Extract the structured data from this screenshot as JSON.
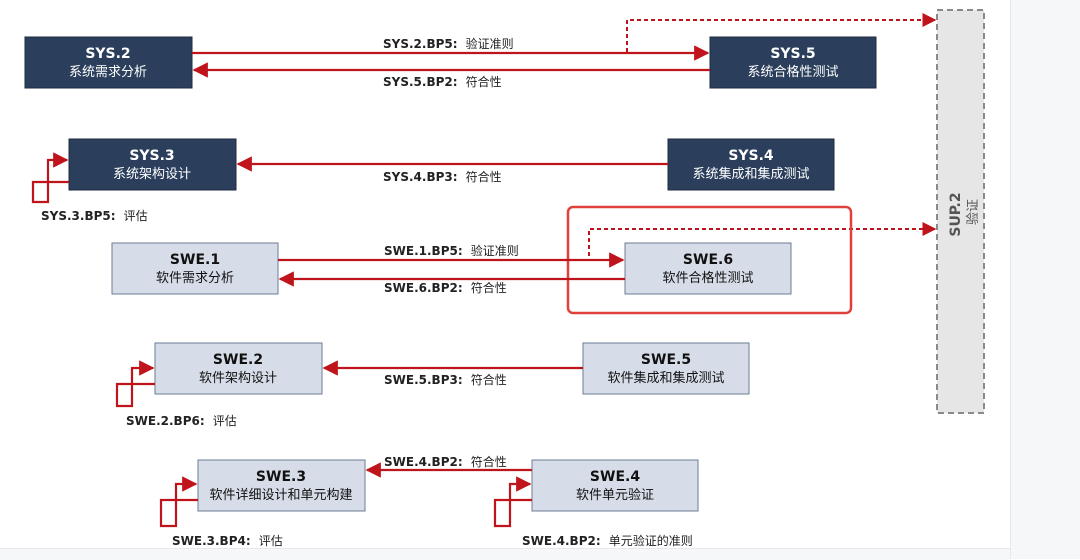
{
  "boxes": {
    "sys2": {
      "code": "SYS.2",
      "name": "系统需求分析"
    },
    "sys5": {
      "code": "SYS.5",
      "name": "系统合格性测试"
    },
    "sys3": {
      "code": "SYS.3",
      "name": "系统架构设计"
    },
    "sys4": {
      "code": "SYS.4",
      "name": "系统集成和集成测试"
    },
    "swe1": {
      "code": "SWE.1",
      "name": "软件需求分析"
    },
    "swe6": {
      "code": "SWE.6",
      "name": "软件合格性测试"
    },
    "swe2": {
      "code": "SWE.2",
      "name": "软件架构设计"
    },
    "swe5": {
      "code": "SWE.5",
      "name": "软件集成和集成测试"
    },
    "swe3": {
      "code": "SWE.3",
      "name": "软件详细设计和单元构建"
    },
    "swe4": {
      "code": "SWE.4",
      "name": "软件单元验证"
    }
  },
  "sup": {
    "code": "SUP.2",
    "name": "验证"
  },
  "labels": {
    "sys2_bp5": {
      "code": "SYS.2.BP5:",
      "text": "验证准则"
    },
    "sys5_bp2": {
      "code": "SYS.5.BP2:",
      "text": "符合性"
    },
    "sys4_bp3": {
      "code": "SYS.4.BP3:",
      "text": "符合性"
    },
    "sys3_bp5": {
      "code": "SYS.3.BP5:",
      "text": "评估"
    },
    "swe1_bp5": {
      "code": "SWE.1.BP5:",
      "text": "验证准则"
    },
    "swe6_bp2": {
      "code": "SWE.6.BP2:",
      "text": "符合性"
    },
    "swe5_bp3": {
      "code": "SWE.5.BP3:",
      "text": "符合性"
    },
    "swe2_bp6": {
      "code": "SWE.2.BP6:",
      "text": "评估"
    },
    "swe4_bp2a": {
      "code": "SWE.4.BP2:",
      "text": "符合性"
    },
    "swe3_bp4": {
      "code": "SWE.3.BP4:",
      "text": "评估"
    },
    "swe4_bp2b": {
      "code": "SWE.4.BP2:",
      "text": "单元验证的准则"
    }
  },
  "colors": {
    "sys_fill": "#2b3f5c",
    "swe_fill": "#d6dde8",
    "arrow": "#c0141c",
    "highlight": "#e0413b",
    "sup_fill": "#e6e6e6",
    "sup_border": "#8a8a8a"
  }
}
